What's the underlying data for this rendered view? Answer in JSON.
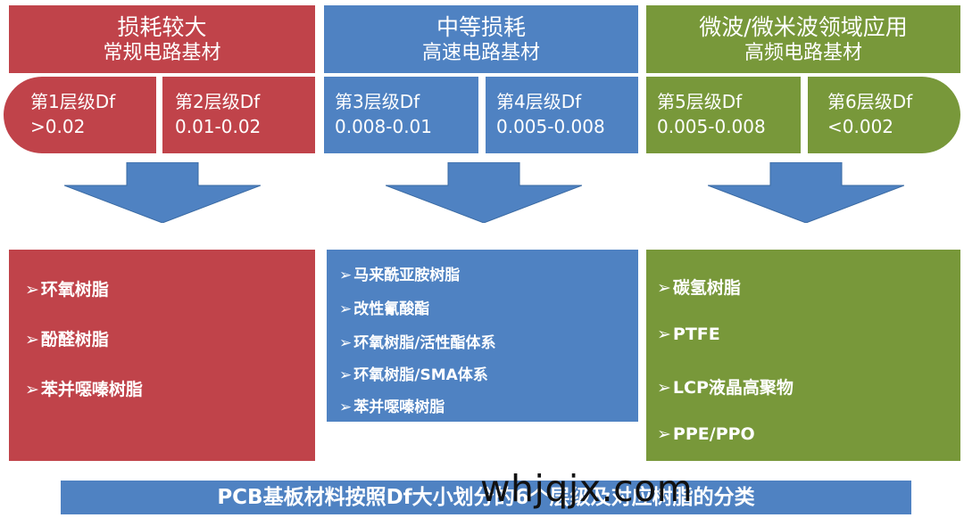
{
  "columns": [
    {
      "header_line1": "损耗较大",
      "header_line2": "常规电路基材",
      "tiers": [
        {
          "label": "第1层级Df",
          "value": ">0.02"
        },
        {
          "label": "第2层级Df",
          "value": "0.01-0.02"
        }
      ],
      "materials": [
        "环氧树脂",
        "酚醛树脂",
        "苯并噁嗪树脂"
      ],
      "color": "#c0434a"
    },
    {
      "header_line1": "中等损耗",
      "header_line2": "高速电路基材",
      "tiers": [
        {
          "label": "第3层级Df",
          "value": "0.008-0.01"
        },
        {
          "label": "第4层级Df",
          "value": "0.005-0.008"
        }
      ],
      "materials": [
        "马来酰亚胺树脂",
        "改性氰酸酯",
        "环氧树脂/活性酯体系",
        "环氧树脂/SMA体系",
        "苯并噁嗪树脂"
      ],
      "color": "#4f82c2"
    },
    {
      "header_line1": "微波/微米波领域应用",
      "header_line2": "高频电路基材",
      "tiers": [
        {
          "label": "第5层级Df",
          "value": "0.005-0.008"
        },
        {
          "label": "第6层级Df",
          "value": "<0.002"
        }
      ],
      "materials": [
        "碳氢树脂",
        "PTFE",
        "LCP液晶高聚物",
        "PPE/PPO"
      ],
      "color": "#78983a"
    }
  ],
  "bullet": "➢",
  "banner": "PCB基板材料按照Df大小划分的6个层级及对应树脂的分类",
  "watermark": "whjqjx.com",
  "arrow_color": "#4f82c2"
}
